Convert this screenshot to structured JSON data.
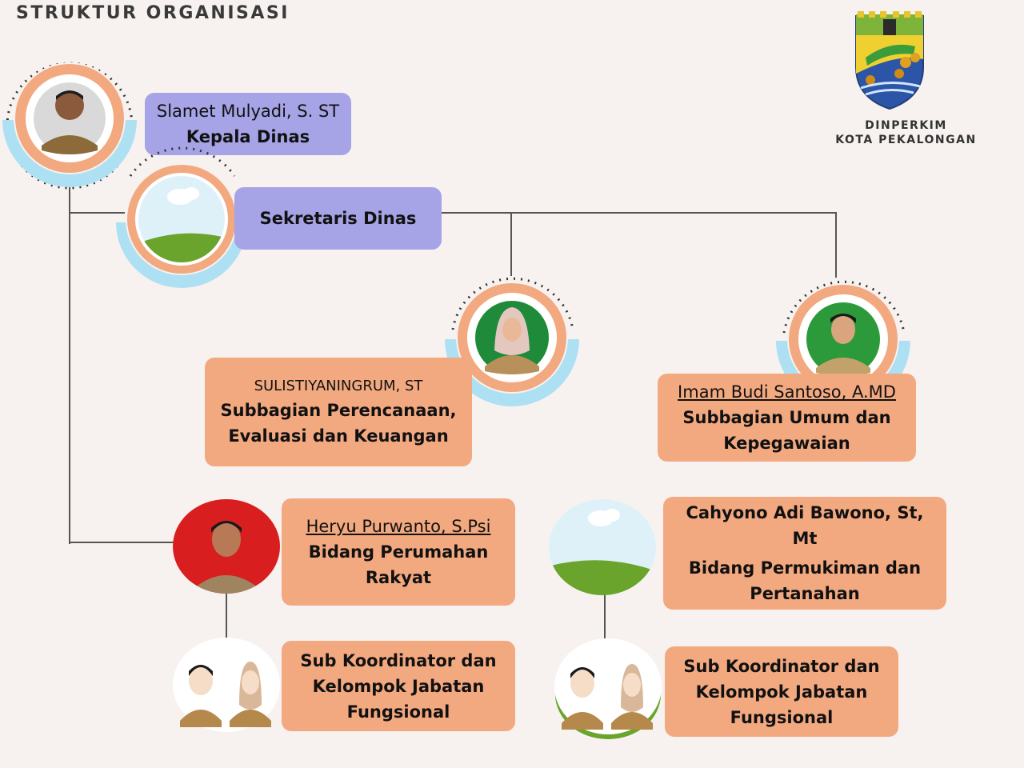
{
  "page": {
    "title": "STRUKTUR ORGANISASI",
    "org_line1": "DINPERKIM",
    "org_line2": "KOTA PEKALONGAN"
  },
  "colors": {
    "background": "#f7f2ef",
    "purple_box": "#a6a3e6",
    "orange_box": "#f3a980",
    "ring_orange": "#f3a980",
    "ring_blue": "#aee0f3",
    "connector": "#555555"
  },
  "nodes": {
    "kepala": {
      "name": "Slamet Mulyadi, S. ST",
      "role": "Kepala Dinas",
      "photo": "person-photo"
    },
    "sekretaris": {
      "role": "Sekretaris Dinas",
      "photo": "placeholder-landscape"
    },
    "perencanaan": {
      "name": "SULISTIYANINGRUM, ST",
      "role_line1": "Subbagian Perencanaan,",
      "role_line2": "Evaluasi dan Keuangan",
      "photo": "person-photo"
    },
    "umum": {
      "name": "Imam Budi Santoso, A.MD",
      "role_line1": "Subbagian Umum dan",
      "role_line2": "Kepegawaian",
      "photo": "person-photo"
    },
    "perumahan": {
      "name": "Heryu Purwanto, S.Psi",
      "role_line1": "Bidang Perumahan",
      "role_line2": "Rakyat",
      "photo": "person-photo"
    },
    "permukiman": {
      "name": "Cahyono Adi Bawono, St, Mt",
      "role_line1": "Bidang Permukiman dan",
      "role_line2": "Pertanahan",
      "photo": "placeholder-landscape"
    },
    "subkoor_left": {
      "line1": "Sub Koordinator dan",
      "line2": "Kelompok Jabatan",
      "line3": "Fungsional",
      "photo": "staff-illustration"
    },
    "subkoor_right": {
      "line1": "Sub Koordinator dan",
      "line2": "Kelompok Jabatan",
      "line3": "Fungsional",
      "photo": "staff-illustration"
    }
  }
}
